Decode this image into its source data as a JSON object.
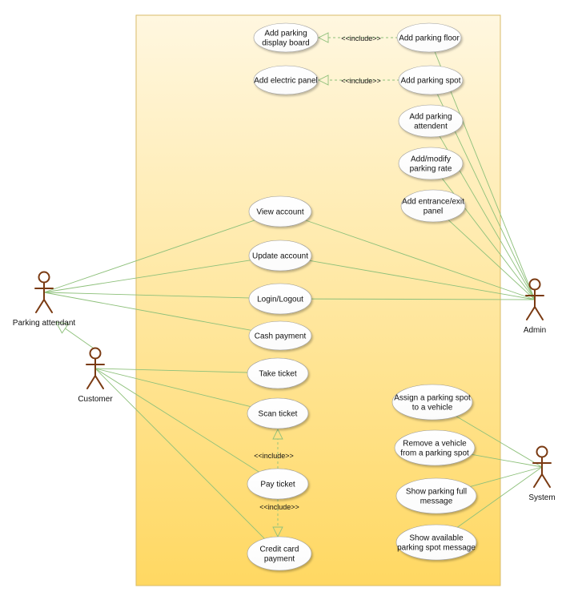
{
  "use_cases": {
    "add_display_board": [
      "Add parking",
      "display board"
    ],
    "add_parking_floor": [
      "Add parking floor"
    ],
    "add_electric_panel": [
      "Add electric panel"
    ],
    "add_parking_spot": [
      "Add parking spot"
    ],
    "add_parking_attendent": [
      "Add parking",
      "attendent"
    ],
    "add_modify_rate": [
      "Add/modify",
      "parking rate"
    ],
    "add_entrance_exit": [
      "Add entrance/exit",
      "panel"
    ],
    "view_account": [
      "View account"
    ],
    "update_account": [
      "Update account"
    ],
    "login_logout": [
      "Login/Logout"
    ],
    "cash_payment": [
      "Cash payment"
    ],
    "take_ticket": [
      "Take ticket"
    ],
    "scan_ticket": [
      "Scan ticket"
    ],
    "pay_ticket": [
      "Pay ticket"
    ],
    "credit_card": [
      "Credit card",
      "payment"
    ],
    "assign_spot": [
      "Assign a parking spot",
      "to a vehicle"
    ],
    "remove_vehicle": [
      "Remove a vehicle",
      "from a parking spot"
    ],
    "show_full": [
      "Show parking full",
      "message"
    ],
    "show_available": [
      "Show available",
      "parking spot message"
    ]
  },
  "actors": {
    "parking_attendant": "Parking attendant",
    "customer": "Customer",
    "admin": "Admin",
    "system": "System"
  },
  "relations": {
    "include": "<<include>>"
  },
  "colors": {
    "boundary_top": "#fff6dc",
    "boundary_bottom": "#ffd968",
    "boundary_border": "#d9b968",
    "association": "#8dc07a",
    "include": "#8dc07a",
    "actor": "#7a3a12"
  }
}
